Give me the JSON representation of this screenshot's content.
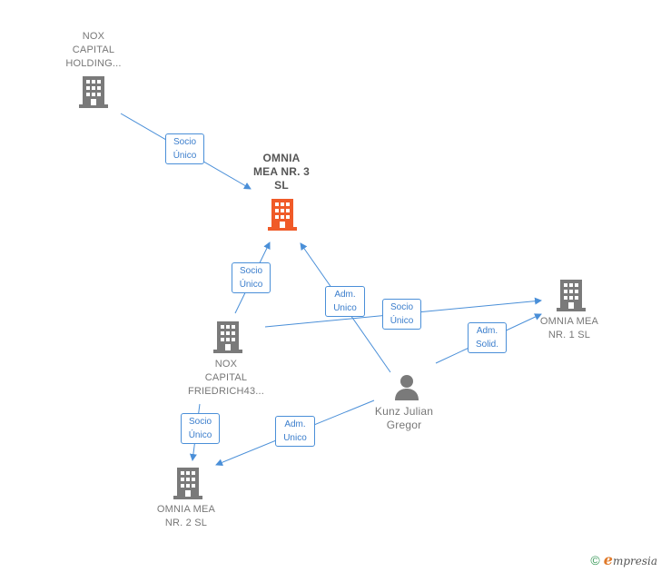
{
  "nodes": {
    "nox_capital_holding": {
      "label": "NOX\nCAPITAL\nHOLDING..."
    },
    "omnia_mea_3": {
      "label": "OMNIA\nMEA NR. 3\nSL",
      "color": "#f05a28"
    },
    "nox_capital_friedrich": {
      "label": "NOX\nCAPITAL\nFRIEDRICH43..."
    },
    "omnia_mea_1": {
      "label": "OMNIA MEA\nNR. 1 SL"
    },
    "omnia_mea_2": {
      "label": "OMNIA MEA\nNR. 2 SL"
    },
    "kunz_julian": {
      "label": "Kunz Julian\nGregor"
    }
  },
  "edges": {
    "holding_to_mea3": "Socio\nÚnico",
    "friedrich_to_mea3": "Socio\nÚnico",
    "kunz_to_mea3": "Adm.\nUnico",
    "friedrich_to_mea1": "Socio\nÚnico",
    "kunz_to_mea1": "Adm.\nSolid.",
    "friedrich_to_mea2": "Socio\nÚnico",
    "kunz_to_mea2": "Adm.\nUnico"
  },
  "footer": {
    "copyright": "©",
    "brand_initial": "e",
    "brand_rest": "mpresia"
  },
  "colors": {
    "edge": "#4a8fd8",
    "company": "#7a7a7a",
    "highlight": "#f05a28",
    "person": "#7a7a7a"
  }
}
